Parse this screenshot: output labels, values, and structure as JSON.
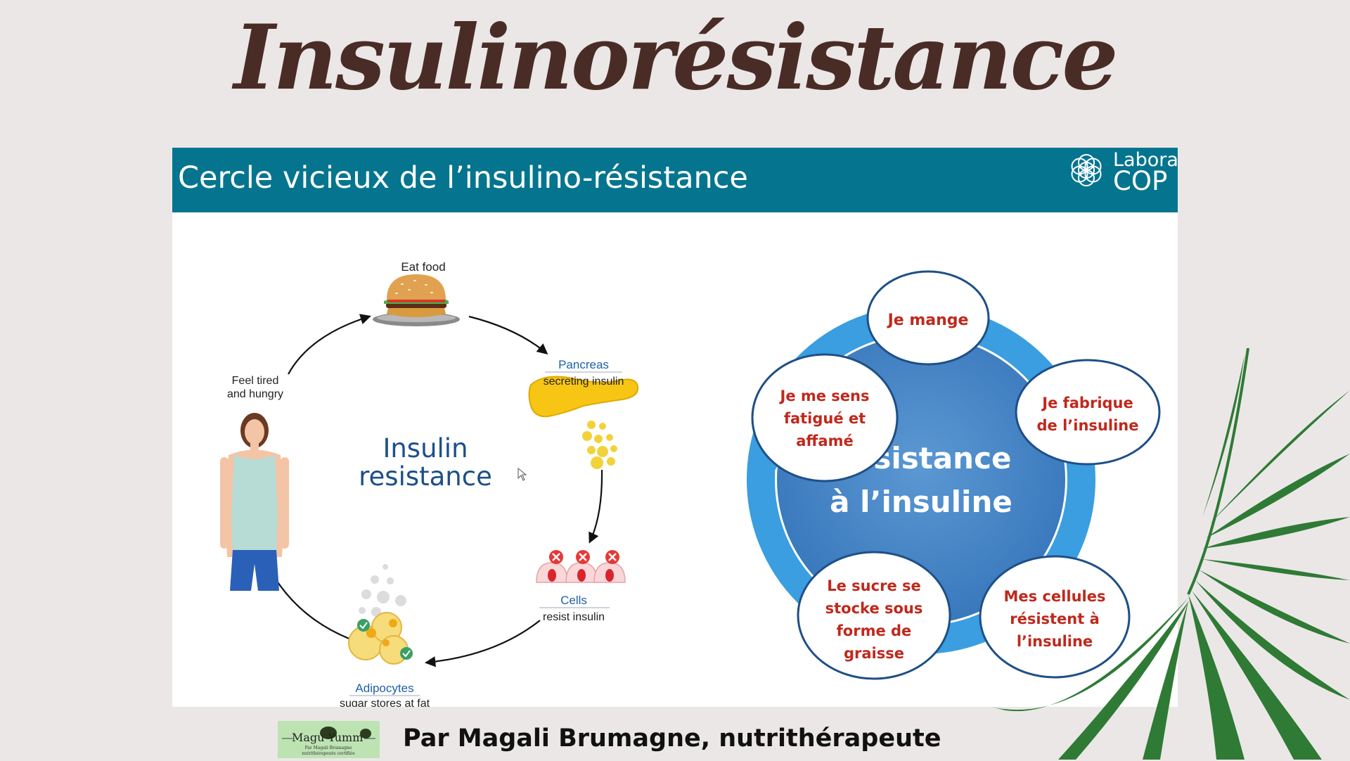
{
  "page": {
    "title": "Insulinorésistance",
    "footer_text": "Par Magali Brumagne, nutrithérapeute",
    "footer_logo": {
      "name": "Magu Yumm",
      "tagline_1": "Par Magali Brumagne",
      "tagline_2": "nutrithérapeute certifiée"
    }
  },
  "slide": {
    "title": "Cercle vicieux de l’insulino-résistance",
    "lab_name_1": "Labora",
    "lab_name_2": "COP",
    "header_color": "#05758f"
  },
  "left_cycle": {
    "center_line_1": "Insulin",
    "center_line_2": "resistance",
    "steps": {
      "eat": {
        "label": "Eat food"
      },
      "pancreas": {
        "title": "Pancreas",
        "subtitle": "secreting insulin"
      },
      "cells": {
        "title": "Cells",
        "subtitle": "resist insulin"
      },
      "adipocytes": {
        "title": "Adipocytes",
        "subtitle": "sugar stores at fat"
      },
      "person": {
        "line_1": "Feel tired",
        "line_2": "and hungry"
      }
    }
  },
  "right_cycle": {
    "center_line_1": "Résistance",
    "center_line_2": "à l’insuline",
    "bubbles": {
      "top": {
        "lines": [
          "Je mange"
        ]
      },
      "right": {
        "lines": [
          "Je fabrique",
          "de l’insuline"
        ]
      },
      "bottom_right": {
        "lines": [
          "Mes cellules",
          "résistent à",
          "l’insuline"
        ]
      },
      "bottom_left": {
        "lines": [
          "Le sucre se",
          "stocke sous",
          "forme de",
          "graisse"
        ]
      },
      "left": {
        "lines": [
          "Je me sens",
          "fatigué et",
          "affamé"
        ]
      }
    }
  },
  "colors": {
    "title": "#4a2c26",
    "bubble_text": "#c0281c",
    "center_circle": "#3f82c6",
    "ring": "#3a9ee0",
    "palm": "#2f7a35"
  }
}
